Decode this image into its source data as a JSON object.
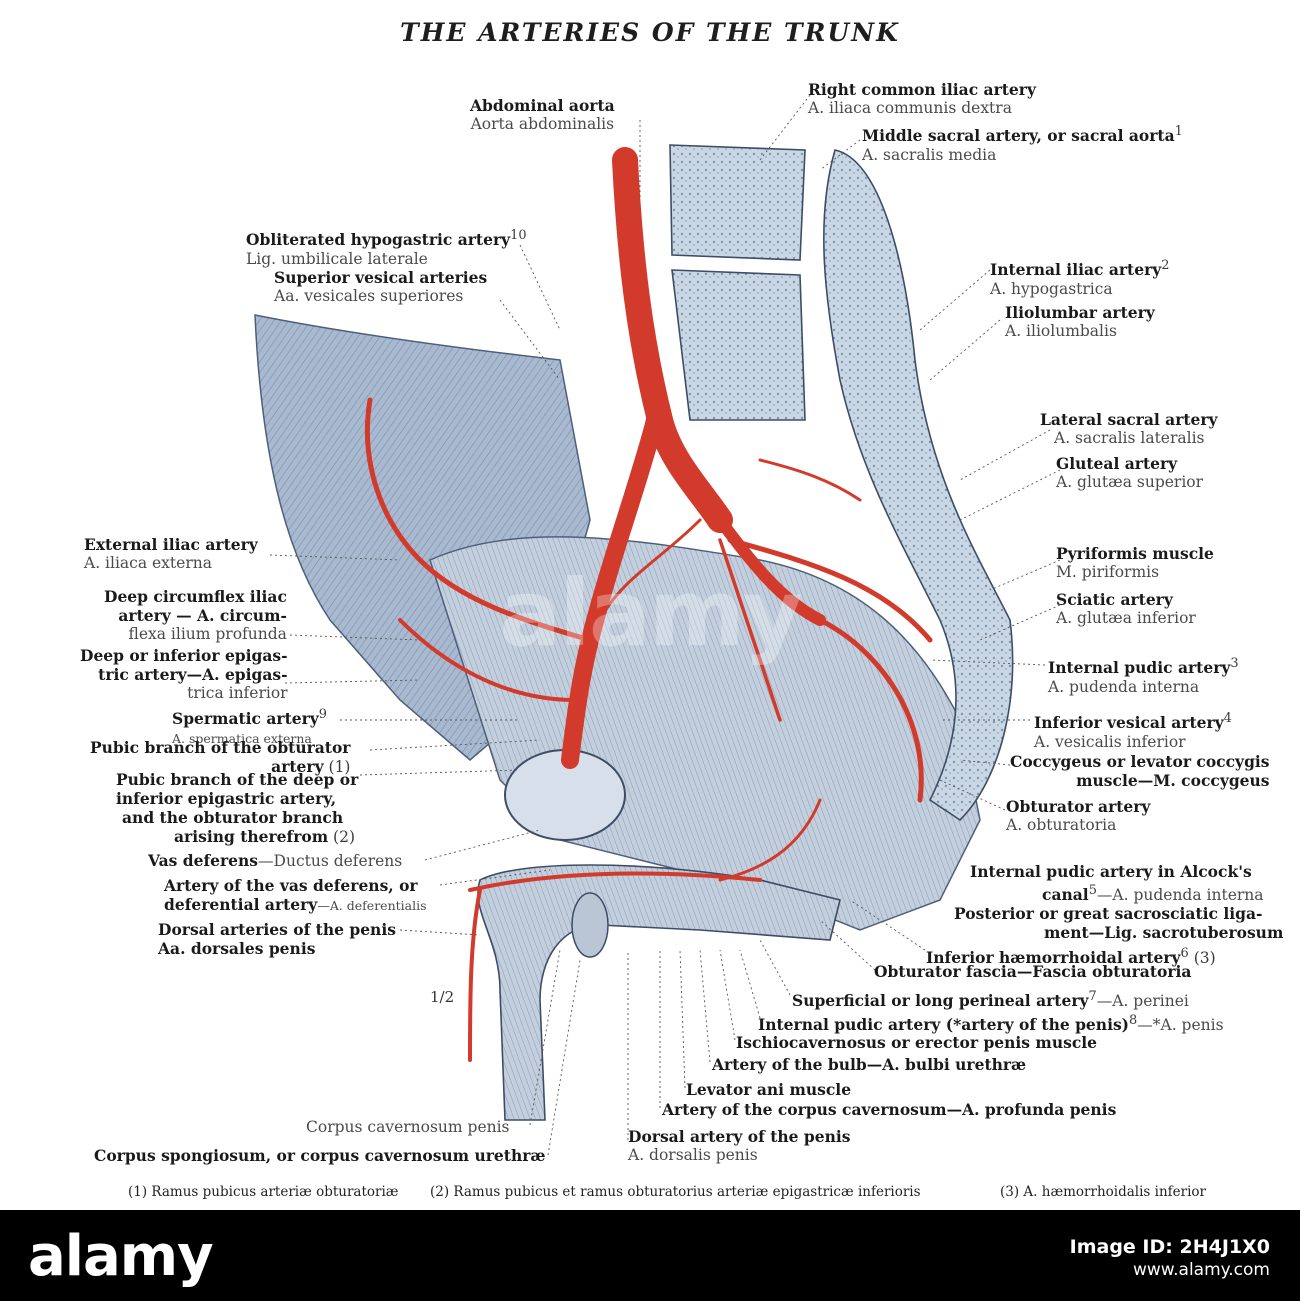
{
  "title": "THE ARTERIES OF THE TRUNK",
  "scale": "1/2",
  "labels": {
    "abdominal_aorta": {
      "en": "Abdominal aorta",
      "la": "Aorta abdominalis"
    },
    "right_common_iliac": {
      "en": "Right common iliac artery",
      "la": "A. iliaca communis dextra"
    },
    "middle_sacral": {
      "en": "Middle sacral artery, or sacral aorta",
      "sup": "1",
      "la": "A. sacralis media"
    },
    "obliterated_hypogastric": {
      "en": "Obliterated hypogastric artery",
      "sup": "10",
      "la": "Lig. umbilicale laterale"
    },
    "superior_vesical": {
      "en": "Superior vesical arteries",
      "la": "Aa. vesicales superiores"
    },
    "internal_iliac": {
      "en": "Internal iliac artery",
      "sup": "2",
      "la": "A. hypogastrica"
    },
    "iliolumbar": {
      "en": "Iliolumbar artery",
      "la": "A. iliolumbalis"
    },
    "lateral_sacral": {
      "en": "Lateral sacral artery",
      "la": "A. sacralis lateralis"
    },
    "gluteal": {
      "en": "Gluteal artery",
      "la": "A. glutæa superior"
    },
    "pyriformis": {
      "en": "Pyriformis muscle",
      "la": "M. piriformis"
    },
    "sciatic": {
      "en": "Sciatic artery",
      "la": "A. glutæa inferior"
    },
    "internal_pudic": {
      "en": "Internal pudic artery",
      "sup": "3",
      "la": "A. pudenda interna"
    },
    "inferior_vesical": {
      "en": "Inferior vesical artery",
      "sup": "4",
      "la": "A. vesicalis inferior"
    },
    "coccygeus_1": "Coccygeus or levator coccygis",
    "coccygeus_2": "muscle—M. coccygeus",
    "obturator_artery": {
      "en": "Obturator artery",
      "la": "A. obturatoria"
    },
    "pudic_alcock_1": "Internal pudic artery in Alcock's",
    "pudic_alcock_2a": "canal",
    "pudic_alcock_2sup": "5",
    "pudic_alcock_2b": "—A. pudenda interna",
    "sacrosciatic_1": "Posterior or great sacrosciatic liga-",
    "sacrosciatic_2": "ment—Lig. sacrotuberosum",
    "inferior_haemorrhoidal": "Inferior hæmorrhoidal artery",
    "inferior_haemorrhoidal_sup": "6",
    "inferior_haemorrhoidal_ref": "(3)",
    "obturator_fascia": "Obturator fascia—Fascia obturatoria",
    "superficial_perineal": "Superficial or long perineal artery",
    "superficial_perineal_sup": "7",
    "superficial_perineal_la": "—A. perinei",
    "internal_pudic_penis": "Internal pudic artery (*artery of the penis)",
    "internal_pudic_penis_sup": "8",
    "internal_pudic_penis_la": "—*A. penis",
    "ischiocavernosus": "Ischiocavernosus or erector penis muscle",
    "artery_bulb": "Artery of the bulb—A. bulbi urethræ",
    "levator_ani": "Levator ani muscle",
    "artery_corpus_cavernosum": "Artery of the corpus cavernosum—A. profunda penis",
    "dorsal_artery_penis": {
      "en": "Dorsal artery of the penis",
      "la": "A. dorsalis penis"
    },
    "corpus_cavernosum": "Corpus cavernosum penis",
    "corpus_spongiosum": "Corpus spongiosum, or corpus cavernosum urethræ",
    "external_iliac": {
      "en": "External iliac artery",
      "la": "A. iliaca externa"
    },
    "deep_circumflex_1": "Deep circumflex iliac",
    "deep_circumflex_2": "artery — A. circum-",
    "deep_circumflex_3": "flexa ilium profunda",
    "deep_epigastric_1": "Deep or inferior epigas-",
    "deep_epigastric_2": "tric artery—A. epigas-",
    "deep_epigastric_3": "trica inferior",
    "spermatic": {
      "en": "Spermatic artery",
      "sup": "9",
      "la": "A. spermatica externa"
    },
    "pubic_obturator_1": "Pubic branch of the obturator",
    "pubic_obturator_2": "artery",
    "pubic_obturator_ref": "(1)",
    "pubic_epigastric_1": "Pubic branch of the deep or",
    "pubic_epigastric_2": "inferior epigastric artery,",
    "pubic_epigastric_3": "and the obturator branch",
    "pubic_epigastric_4": "arising therefrom",
    "pubic_epigastric_ref": "(2)",
    "vas_deferens": {
      "en": "Vas deferens",
      "la": "—Ductus deferens"
    },
    "artery_vas_1": "Artery of the vas deferens, or",
    "artery_vas_2": "deferential artery",
    "artery_vas_la": "—A. deferentialis",
    "dorsal_arteries_penis": {
      "en": "Dorsal arteries of the penis",
      "la": "Aa. dorsales penis"
    }
  },
  "footnotes": {
    "f1": "(1) Ramus pubicus arteriæ obturatoriæ",
    "f2": "(2) Ramus pubicus et ramus obturatorius arteriæ epigastricæ inferioris",
    "f3": "(3) A. hæmorrhoidalis inferior"
  },
  "watermark": "alamy",
  "banner": {
    "brand": "alamy",
    "image_id_label": "Image ID: 2H4J1X0",
    "site": "www.alamy.com"
  },
  "colors": {
    "artery": "#d23a2c",
    "tissue": "#8fa6c4",
    "bone": "#b7c6d6",
    "banner": "#000000"
  }
}
